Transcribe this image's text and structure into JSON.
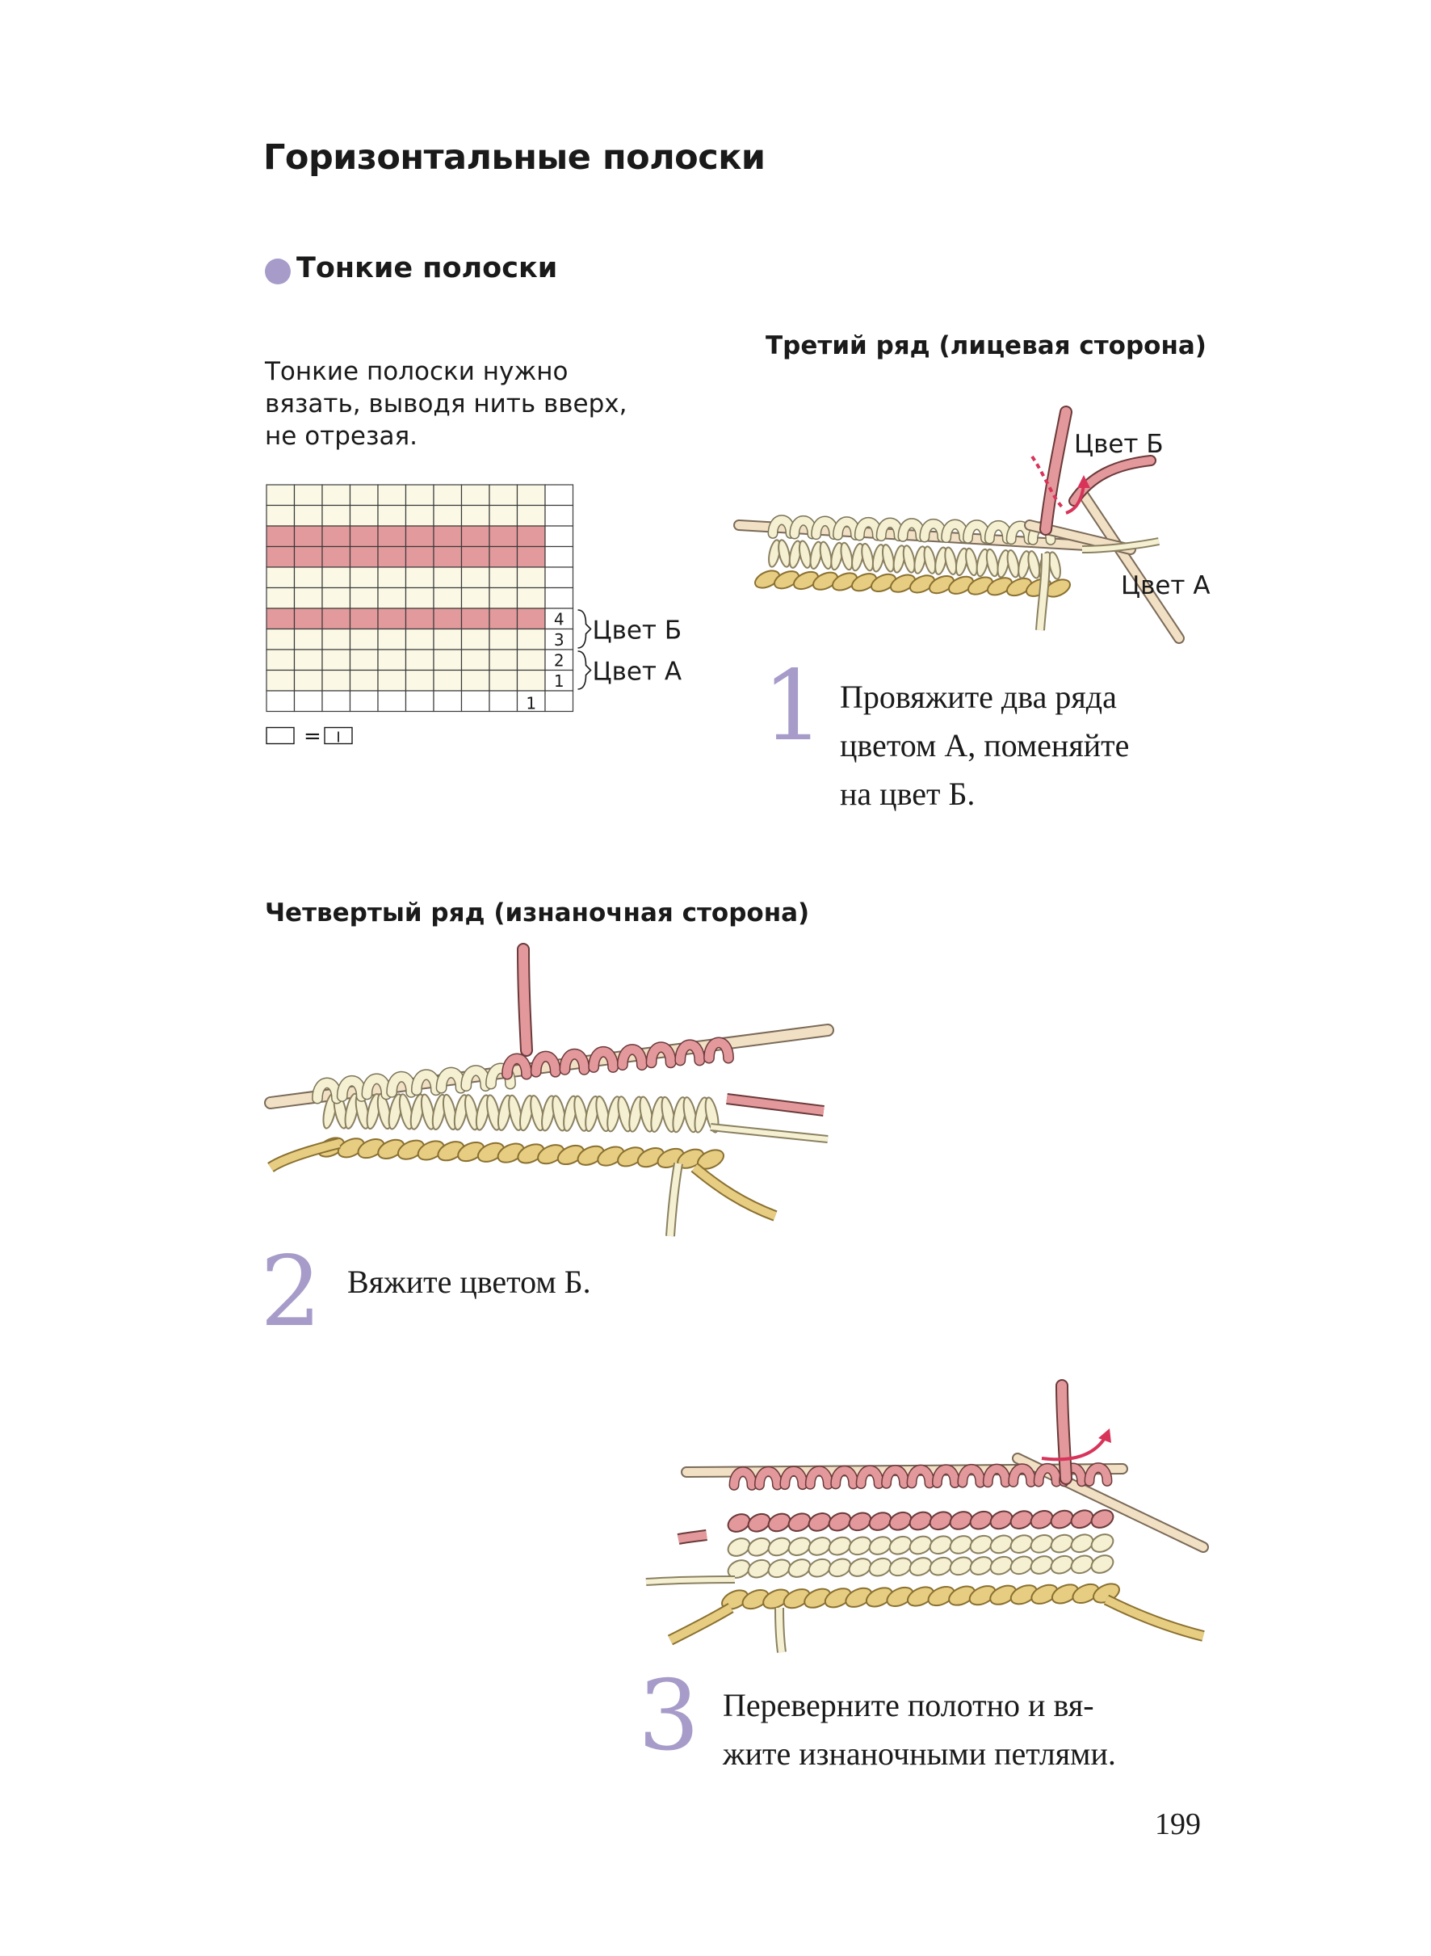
{
  "page": {
    "title": "Горизонтальные полоски",
    "subtitle": "Тонкие полоски",
    "intro": [
      "Тонкие полоски нужно",
      "вязать, выводя нить вверх,",
      "не отрезая."
    ],
    "page_number": "199"
  },
  "chart": {
    "row_labels": [
      "4",
      "3",
      "2",
      "1"
    ],
    "first_stitch_label": "1",
    "color_b_label": "Цвет Б",
    "color_a_label": "Цвет А",
    "legend_equals": "=",
    "legend_stitch": "I"
  },
  "figure1": {
    "caption": "Третий ряд (лицевая сторона)",
    "color_b_label": "Цвет Б",
    "color_a_label": "Цвет А"
  },
  "steps": [
    {
      "number": "1",
      "lines": [
        "Провяжите два ряда",
        "цветом А, поменяйте",
        "на цвет Б."
      ]
    },
    {
      "number": "2",
      "lines": [
        "Вяжите цветом Б."
      ]
    },
    {
      "number": "3",
      "lines": [
        "Переверните полотно и вя-",
        "жите изнаночными петлями."
      ]
    }
  ],
  "figure2": {
    "caption": "Четвертый ряд (изнаночная сторона)"
  },
  "colors": {
    "accent_purple": "#a79cc9",
    "stripe_pink": "#e39a9c",
    "grid_cream": "#fbf9e6",
    "yarn_gold": "#e6cd82",
    "yarn_cream": "#f5f0d2",
    "yarn_pink": "#e3989c",
    "needle": "#f2e0c5",
    "arrow_red": "#d8345a"
  },
  "icons": {
    "bullet": "purple-circle-bullet",
    "arrow": "up-arrow-red"
  }
}
